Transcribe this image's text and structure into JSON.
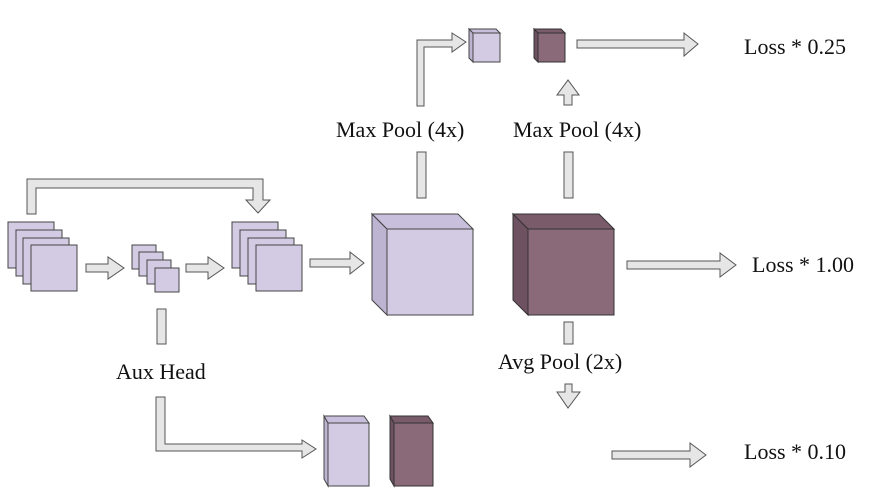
{
  "diagram": {
    "labels": {
      "aux_head": "Aux Head",
      "max_pool_left": "Max Pool (4x)",
      "max_pool_right": "Max Pool (4x)",
      "avg_pool": "Avg Pool (2x)",
      "loss_top": "Loss * 0.25",
      "loss_mid": "Loss * 1.00",
      "loss_bottom": "Loss * 0.10"
    },
    "colors": {
      "student_feature": "#d3cbe4",
      "teacher_feature": "#8a6a78",
      "arrow_fill": "#e6e6e6"
    }
  }
}
